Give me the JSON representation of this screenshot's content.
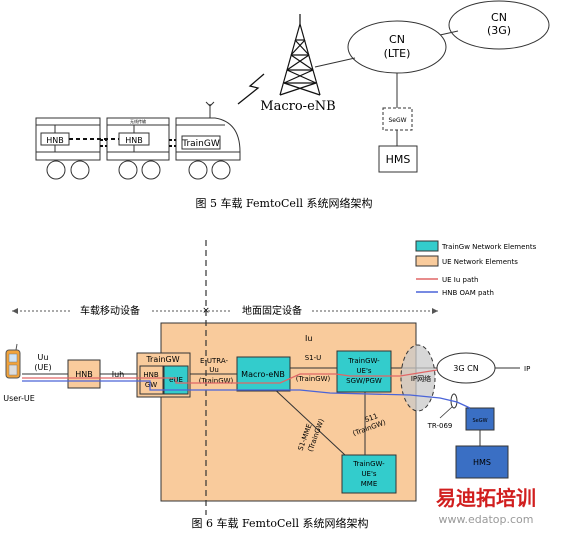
{
  "top": {
    "cn_lte_line1": "CN",
    "cn_lte_line2": "(LTE)",
    "cn_3g_line1": "CN",
    "cn_3g_line2": "(3G)",
    "macro_enb": "Macro-eNB",
    "segw": "SeGW",
    "hms": "HMS",
    "hnb1": "HNB",
    "hnb2": "HNB",
    "car2_small_label": "无线传输",
    "traingw": "TrainGW",
    "caption": "图 5 车载 FemtoCell 系统网络架构"
  },
  "legend": {
    "items": [
      {
        "label": "TrainGw Network Elements",
        "color": "#33CCCC"
      },
      {
        "label": "UE Network Elements",
        "color": "#F9CB9C"
      },
      {
        "label": "UE Iu path",
        "color": "#E06666"
      },
      {
        "label": "HNB OAM path",
        "color": "#4A64D8"
      }
    ]
  },
  "bottom": {
    "left_section": "车载移动设备",
    "right_section": "地面固定设备",
    "iu_top": "Iu",
    "user_ue": "User-UE",
    "uu_line1": "Uu",
    "uu_line2": "(UE)",
    "hnb": "HNB",
    "iuh": "Iuh",
    "traingw_title": "TrainGW",
    "hnb_gw_line1": "HNB",
    "hnb_gw_line2": "GW",
    "eue": "eUE",
    "eutra_line1": "E-UTRA-",
    "eutra_line2": "Uu",
    "eutra_line3": "(TrainGW)",
    "macro_enb": "Macro-eNB",
    "s1u_line1": "S1-U",
    "s1u_line2": "(TrainGW)",
    "sgw_line1": "TrainGW-",
    "sgw_line2": "UE's",
    "sgw_line3": "SGW/PGW",
    "s11_line1": "S11",
    "s11_line2": "(TrainGW)",
    "s1mme_line1": "S1-MME",
    "s1mme_line2": "(TrainGW)",
    "mme_line1": "TrainGW-",
    "mme_line2": "UE's",
    "mme_line3": "MME",
    "ip_network": "IP网络",
    "cn_3g": "3G CN",
    "ip": "IP",
    "tr069": "TR-069",
    "segw": "SeGW",
    "hms": "HMS",
    "caption": "图 6 车载 FemtoCell 系统网络架构",
    "watermark_cn": "易迪拓培训",
    "watermark_url": "www.edatop.com"
  }
}
